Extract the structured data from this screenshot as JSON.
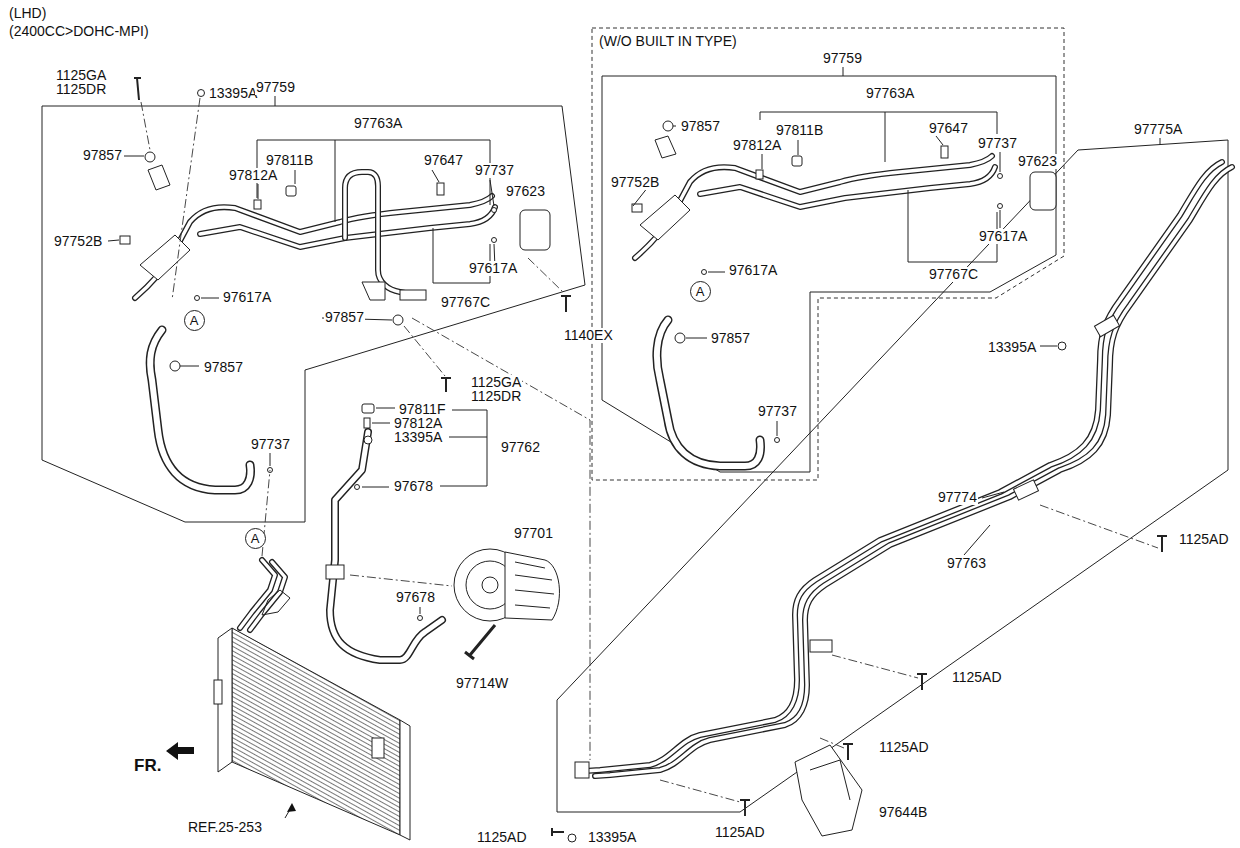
{
  "diagram": {
    "nodes": [
      {
        "text": [
          "(W/O BUILT IN TYPE)"
        ]
      },
      {
        "text": [
          "A"
        ],
        "in": 0
      },
      {
        "text": [
          "A"
        ]
      },
      {
        "text": [
          "A"
        ]
      }
    ],
    "labels": [
      "(LHD)",
      "(2400CC>DOHC-MPI)",
      "1125GA",
      "1125DR",
      "13395A",
      "97759",
      "97763A",
      "97857",
      "97811B",
      "97647",
      "97737",
      "97812A",
      "97623",
      "97752B",
      "97617A",
      "97617A",
      "97767C",
      "97857",
      "1140EX",
      "97857",
      "1125GA",
      "1125DR",
      "97811F",
      "97812A",
      "13395A",
      "97762",
      "97737",
      "97678",
      "97701",
      "97678",
      "97714W",
      "FR.",
      "REF.25-253",
      "97759",
      "97763A",
      "97857",
      "97811B",
      "97647",
      "97737",
      "97812A",
      "97623",
      "97752B",
      "97617A",
      "97617A",
      "97767C",
      "97857",
      "97737",
      "97775A",
      "13395A",
      "97774",
      "97763",
      "1125AD",
      "1125AD",
      "1125AD",
      "97644B",
      "1125AD",
      "1125AD",
      "13395A"
    ]
  }
}
